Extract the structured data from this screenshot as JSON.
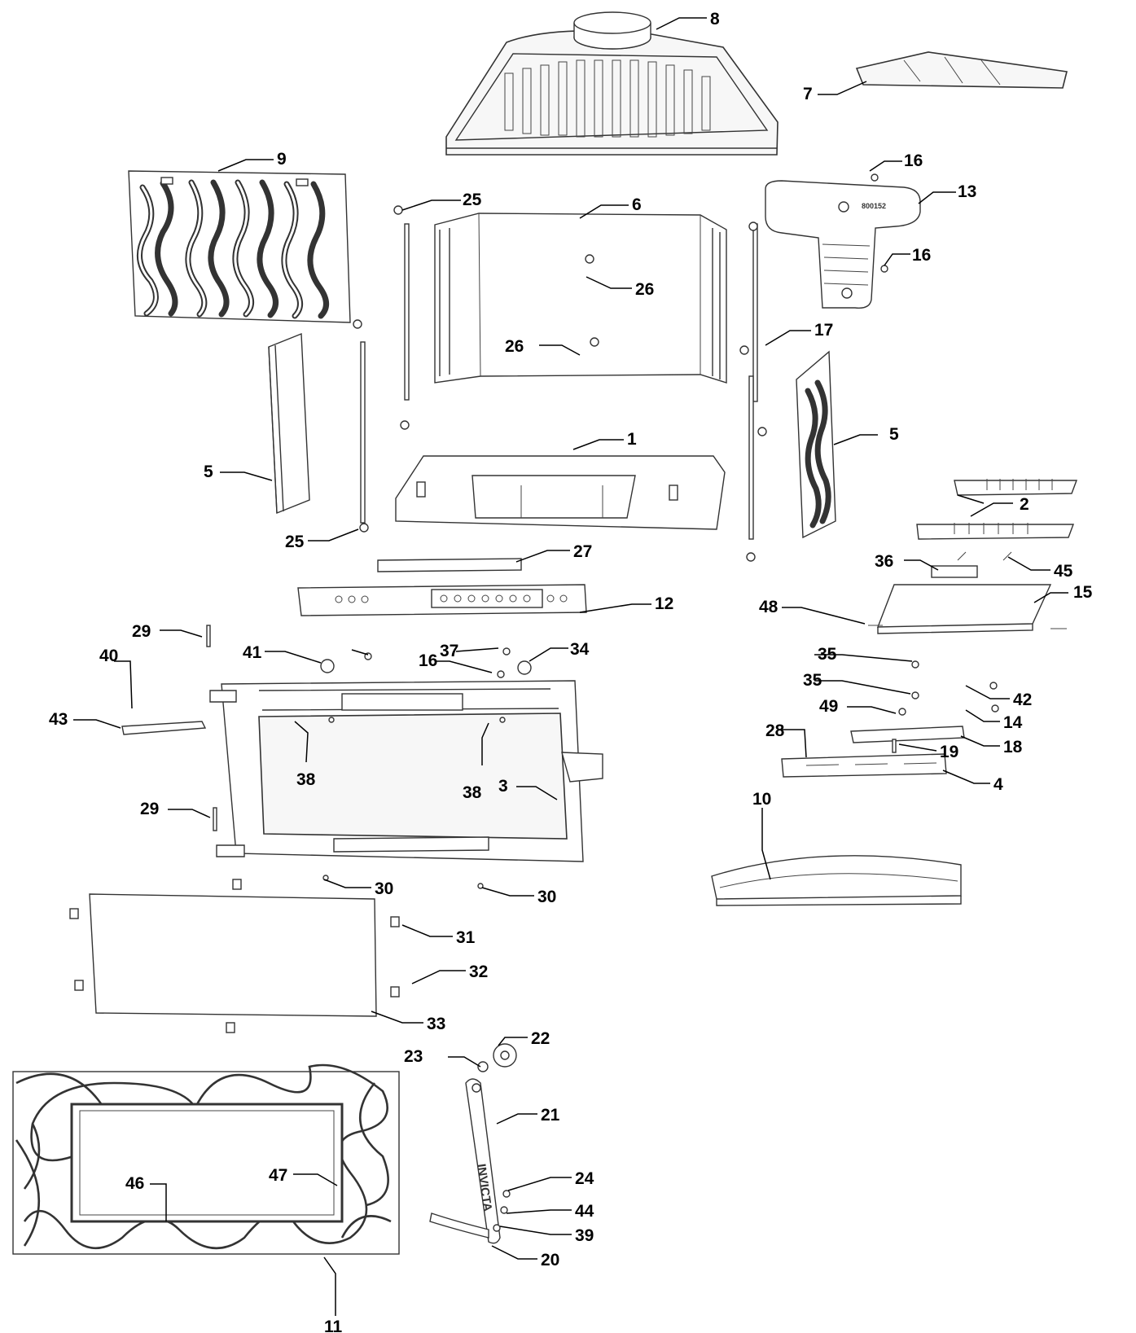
{
  "callouts": {
    "c1": "1",
    "c2": "2",
    "c3": "3",
    "c4": "4",
    "c5a": "5",
    "c5b": "5",
    "c6": "6",
    "c7": "7",
    "c8": "8",
    "c9": "9",
    "c10": "10",
    "c11": "11",
    "c12": "12",
    "c13": "13",
    "c14": "14",
    "c15": "15",
    "c16a": "16",
    "c16b": "16",
    "c16c": "16",
    "c17": "17",
    "c18": "18",
    "c19": "19",
    "c20": "20",
    "c21": "21",
    "c22": "22",
    "c23": "23",
    "c24": "24",
    "c25a": "25",
    "c25b": "25",
    "c26a": "26",
    "c26b": "26",
    "c27": "27",
    "c28": "28",
    "c29a": "29",
    "c29b": "29",
    "c30a": "30",
    "c30b": "30",
    "c31": "31",
    "c32": "32",
    "c33": "33",
    "c34": "34",
    "c35a": "35",
    "c35b": "35",
    "c36": "36",
    "c37": "37",
    "c38a": "38",
    "c38b": "38",
    "c39": "39",
    "c40": "40",
    "c41": "41",
    "c42": "42",
    "c43": "43",
    "c44": "44",
    "c45": "45",
    "c46": "46",
    "c47": "47",
    "c48": "48",
    "c49": "49"
  },
  "part_marks": {
    "handle_brand": "INVICTA",
    "top_plate_code": "800152"
  }
}
